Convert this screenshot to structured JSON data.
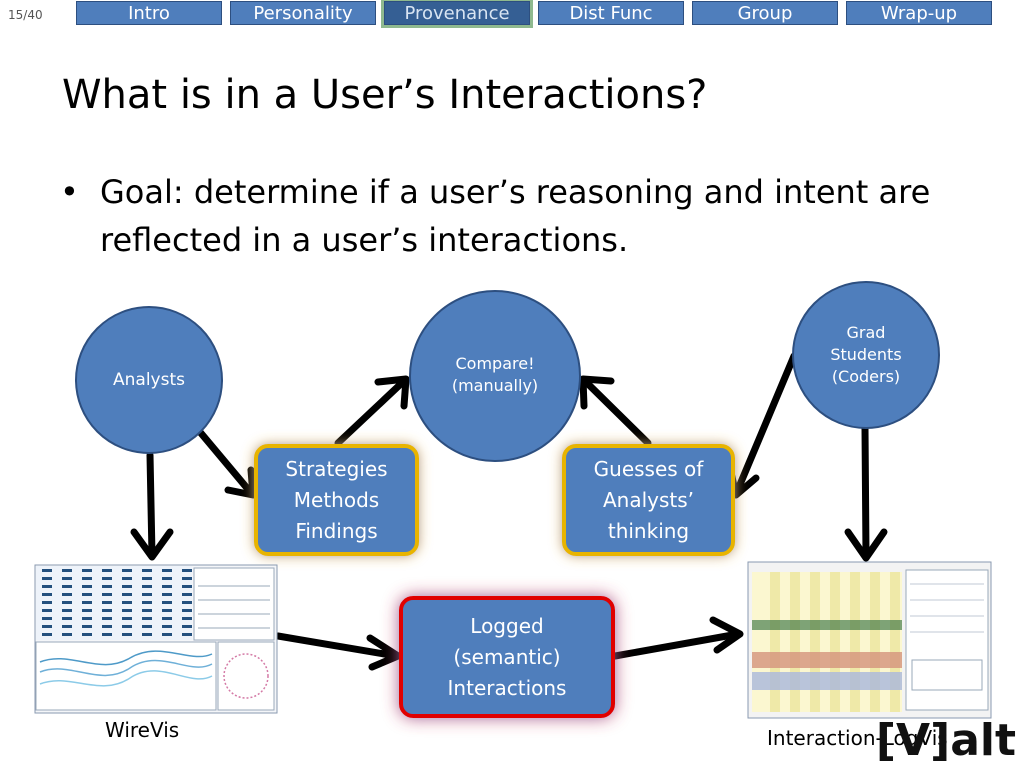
{
  "page_number": "15/40",
  "nav": {
    "tabs": [
      {
        "label": "Intro"
      },
      {
        "label": "Personality"
      },
      {
        "label": "Provenance",
        "active": true
      },
      {
        "label": "Dist Func"
      },
      {
        "label": "Group"
      },
      {
        "label": "Wrap-up"
      }
    ]
  },
  "title": "What is in a User’s Interactions?",
  "bullet": "Goal: determine if a user’s reasoning and intent are reflected in a user’s interactions.",
  "bullet_mark": "•",
  "nodes": {
    "analysts": "Analysts",
    "compare": "Compare!\n(manually)",
    "grad_students": "Grad\nStudents\n(Coders)",
    "strategies": "Strategies\nMethods\nFindings",
    "guesses": "Guesses of\nAnalysts’\nthinking",
    "logged": "Logged\n(semantic)\nInteractions"
  },
  "captions": {
    "wirevis": "WireVis",
    "interaction_logvis": "Interaction-LogVis"
  },
  "logo": "[V]alt",
  "colors": {
    "node_fill": "#4f7ebc",
    "node_stroke": "#2d4f80",
    "gold_border": "#e8b400",
    "red_border": "#e00000",
    "arrow": "#000000"
  }
}
